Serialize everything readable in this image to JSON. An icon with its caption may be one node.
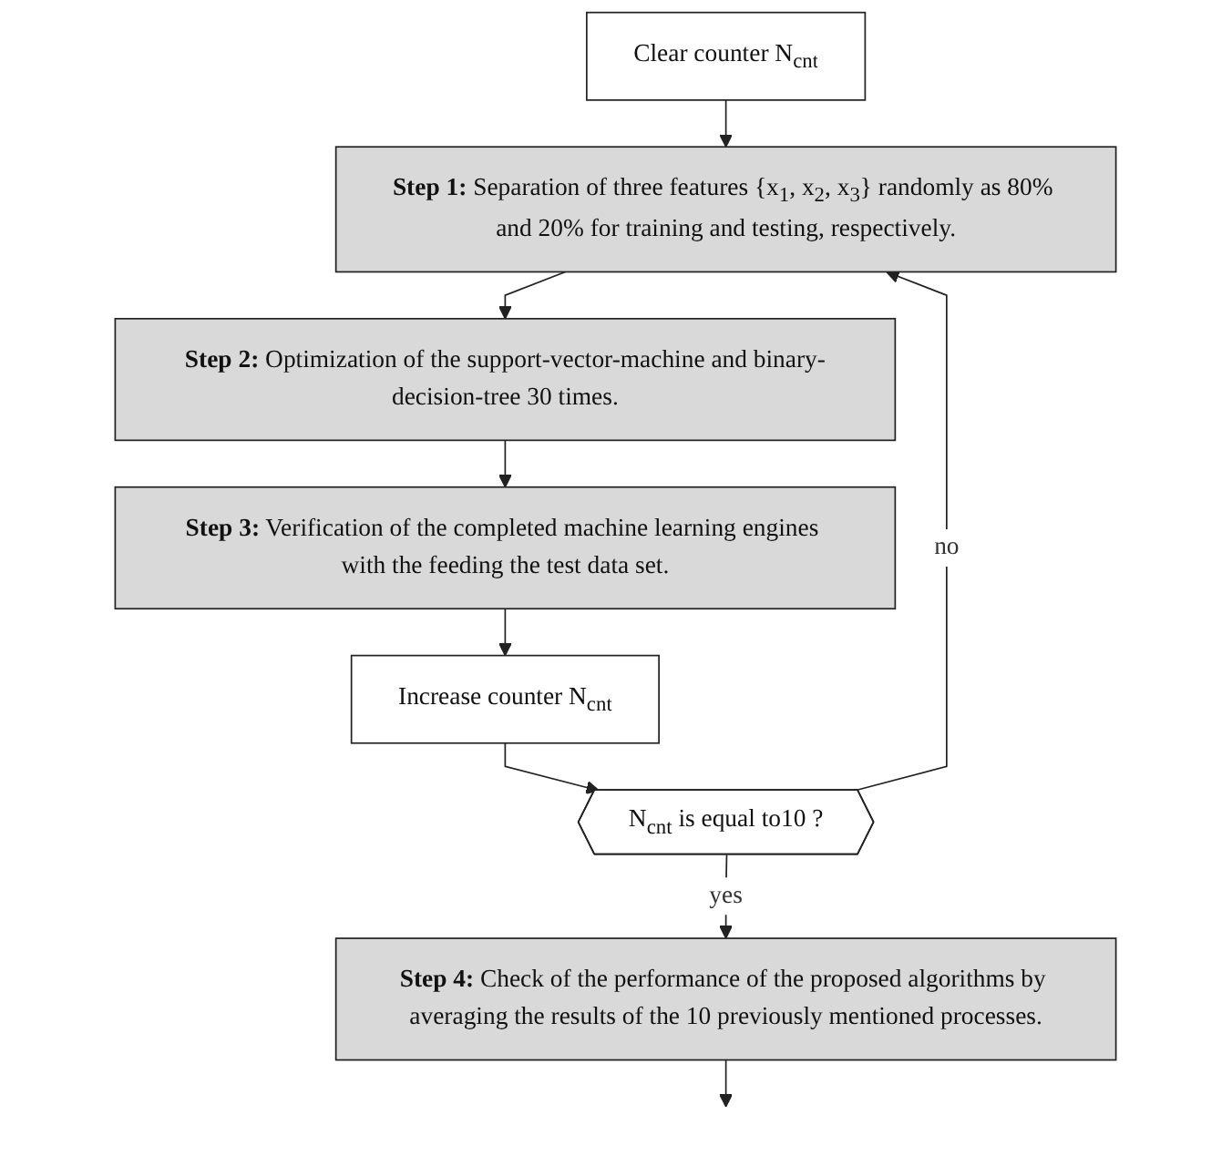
{
  "diagram": {
    "nodes": [
      {
        "text": [
          "Clear counter N$_{cnt}$"
        ]
      },
      {
        "text": [
          "**Step 1:** Separation of three features {x$_{1}$, x$_{2}$, x$_{3}$} randomly as 80% and 20% for training and testing, respectively."
        ]
      },
      {
        "text": [
          "**Step 2:** Optimization of the support-vector-machine and binary-decision-tree 30 times."
        ]
      },
      {
        "text": [
          "**Step 3:** Verification of the completed machine learning engines with the feeding the test data set."
        ]
      },
      {
        "text": [
          "Increase counter N$_{cnt}$"
        ]
      },
      {
        "text": [
          "N$_{cnt}$ is equal to10 ?"
        ]
      },
      {
        "text": [
          "**Step 4:** Check of the performance of the proposed algorithms by averaging the results of the 10 previously mentioned processes."
        ]
      }
    ],
    "edges": [
      {
        "from": 0,
        "to": 1,
        "arrow": "to"
      },
      {
        "from": 1,
        "to": 2,
        "arrow": "to"
      },
      {
        "from": 2,
        "to": 3,
        "arrow": "to"
      },
      {
        "from": 3,
        "to": 4,
        "arrow": "to"
      },
      {
        "from": 4,
        "to": 5,
        "arrow": "to"
      },
      {
        "from": 5,
        "to": 1,
        "arrow": "to",
        "label": "no"
      },
      {
        "from": 5,
        "to": 6,
        "arrow": "to",
        "label": "yes"
      },
      {
        "from": 6,
        "to": null,
        "arrow": "to"
      }
    ]
  }
}
